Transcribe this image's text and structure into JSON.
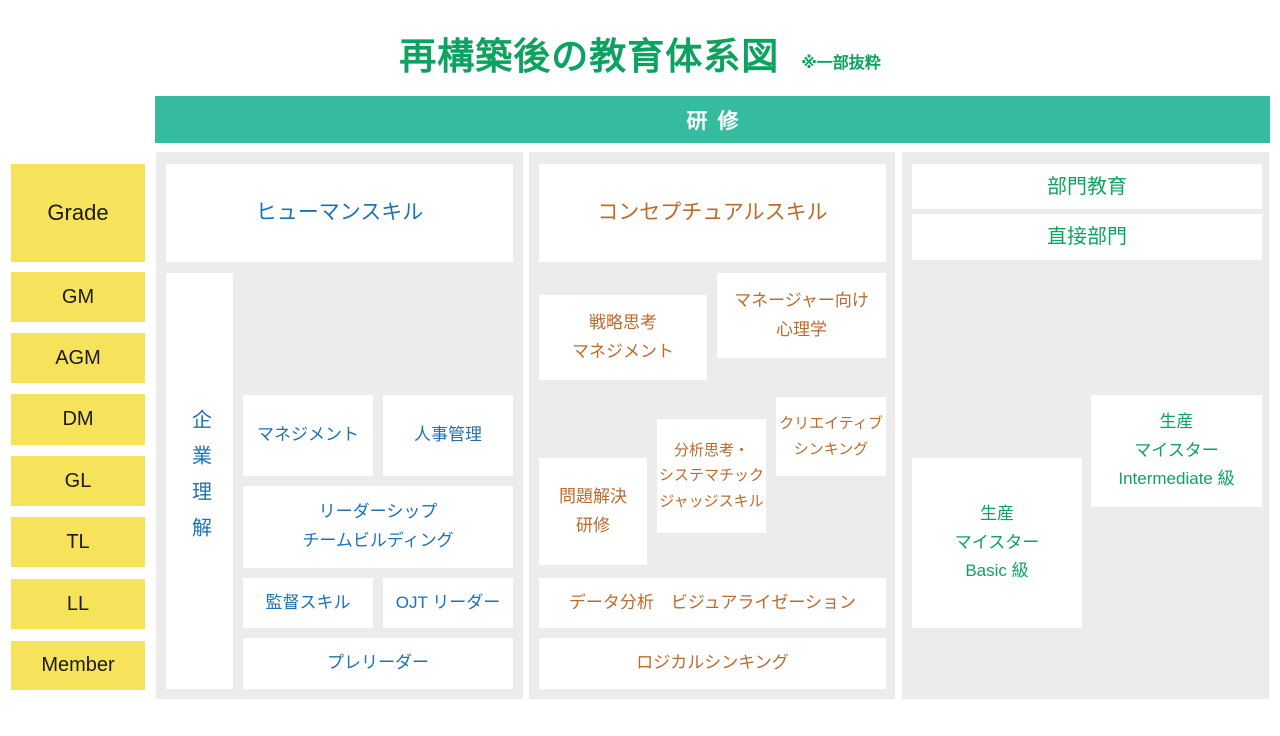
{
  "title": {
    "text": "再構築後の教育体系図",
    "note": "※一部抜粋"
  },
  "header": {
    "label": "研修"
  },
  "grades": [
    "Grade",
    "GM",
    "AGM",
    "DM",
    "GL",
    "TL",
    "LL",
    "Member"
  ],
  "human_skill": {
    "header": "ヒューマンスキル",
    "corporate_understanding": "企業理解",
    "management": "マネジメント",
    "hr_management": "人事管理",
    "leadership": "リーダーシップ\nチームビルディング",
    "supervision": "監督スキル",
    "ojt_leader": "OJT リーダー",
    "pre_leader": "プレリーダー"
  },
  "conceptual_skill": {
    "header": "コンセプチュアルスキル",
    "strategic": "戦略思考\nマネジメント",
    "manager_psychology": "マネージャー向け\n心理学",
    "creative": "クリエイティブ\nシンキング",
    "analytical": "分析思考・\nシステマチック\nジャッジスキル",
    "problem_solving": "問題解決\n研修",
    "data_analysis": "データ分析　ビジュアライゼーション",
    "logical": "ロジカルシンキング"
  },
  "department": {
    "header": "部門教育",
    "subheader": "直接部門",
    "meister_intermediate": "生産\nマイスター\nIntermediate 級",
    "meister_basic": "生産\nマイスター\nBasic 級"
  },
  "colors": {
    "title_green": "#0ba35f",
    "bar_green": "#36bb9e",
    "rail_yellow": "#f7e25b",
    "panel_gray": "#ececec",
    "text_blue": "#1d72b5",
    "text_orange": "#bd6a2c",
    "text_green": "#0ca461"
  }
}
